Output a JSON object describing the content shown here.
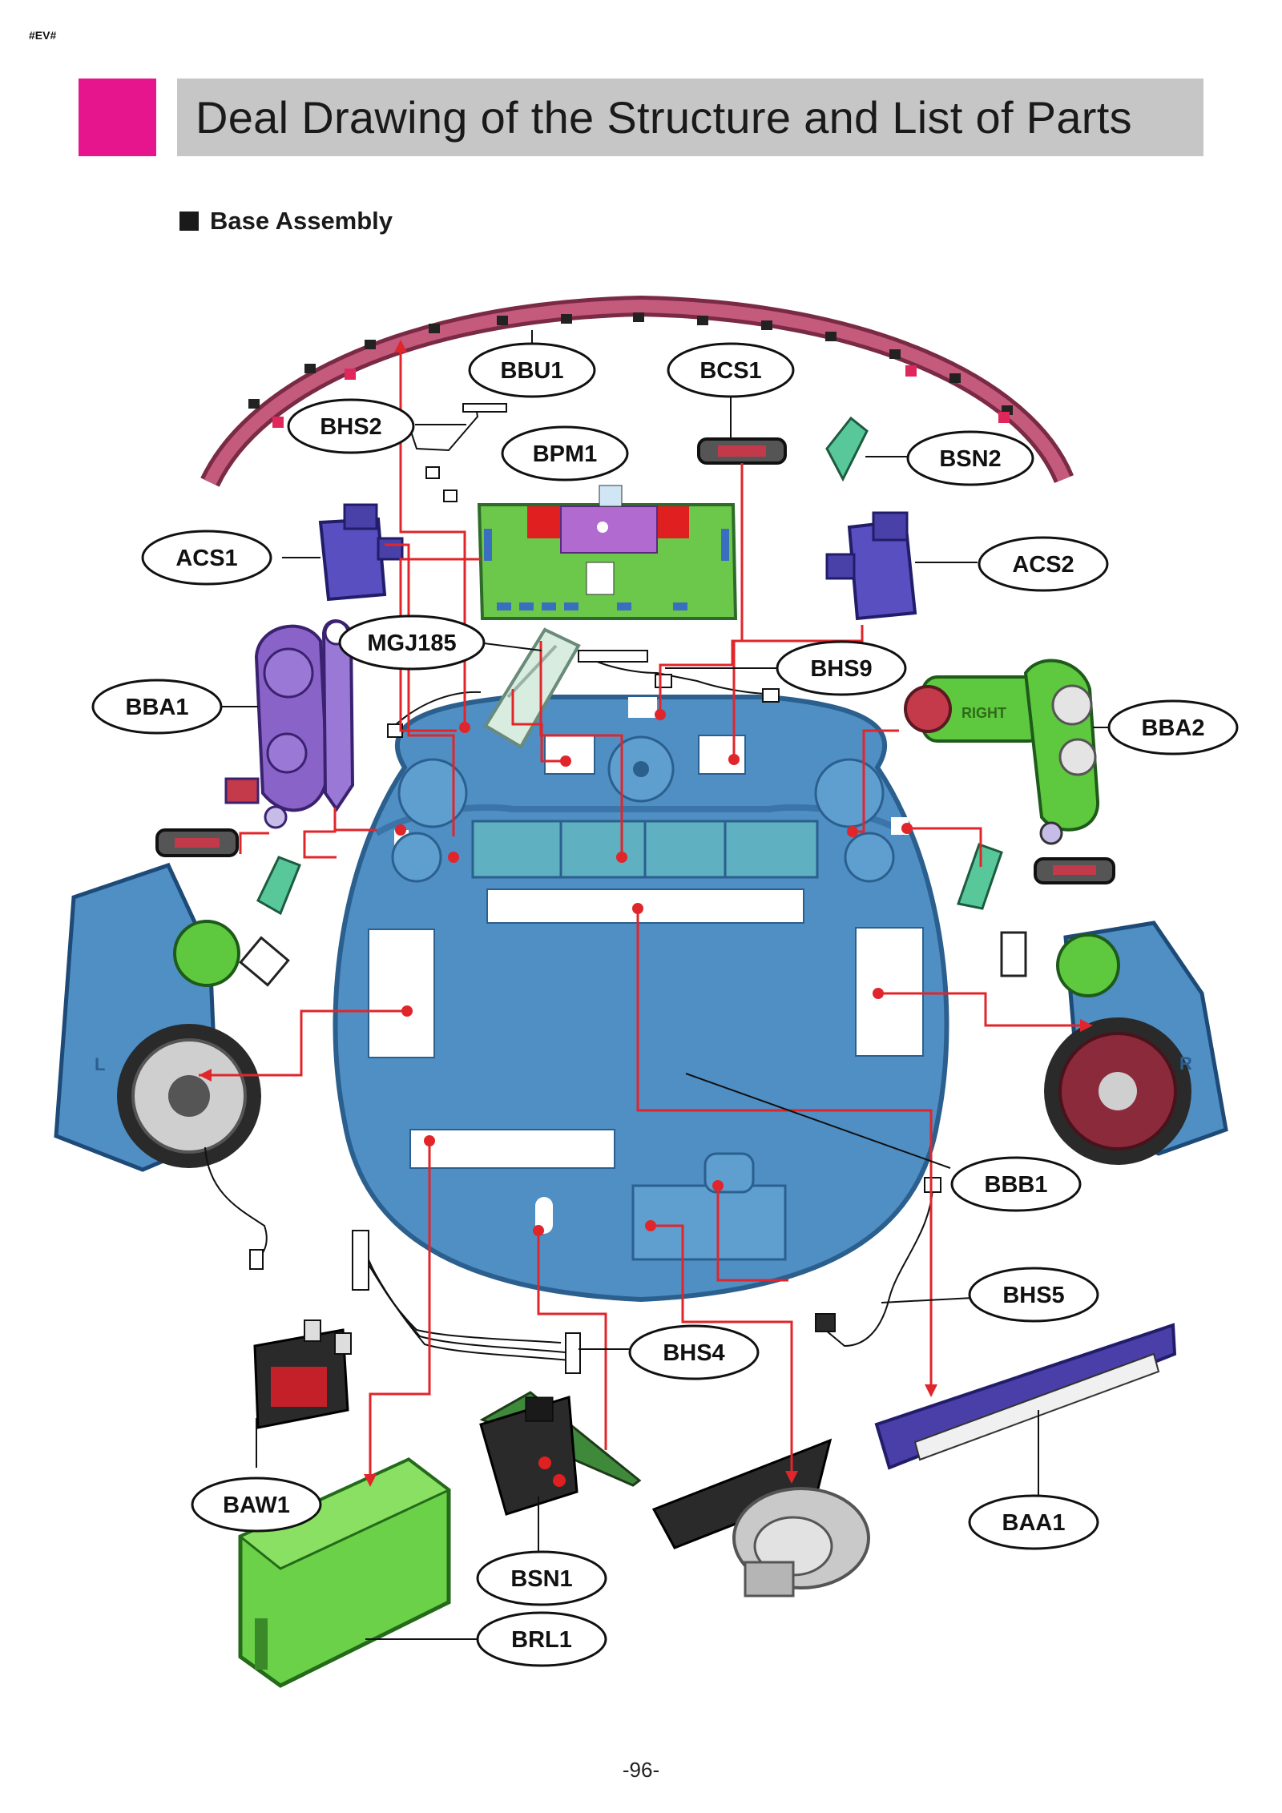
{
  "header": {
    "doc_id": "#EV#",
    "title": "Deal Drawing of the Structure and List of Parts",
    "accent_color": "#e6158e"
  },
  "section": {
    "label": "Base Assembly"
  },
  "callouts": {
    "BBU1": "BBU1",
    "BCS1": "BCS1",
    "BHS2": "BHS2",
    "BPM1": "BPM1",
    "BSN2": "BSN2",
    "ACS1": "ACS1",
    "ACS2": "ACS2",
    "MGJ185": "MGJ185",
    "BHS9": "BHS9",
    "BBA1": "BBA1",
    "BBA2": "BBA2",
    "BBB1": "BBB1",
    "BHS5": "BHS5",
    "BHS4": "BHS4",
    "BAW1": "BAW1",
    "BAA1": "BAA1",
    "BSN1": "BSN1",
    "BRL1": "BRL1"
  },
  "part_labels": {
    "gear_right": "RIGHT",
    "wheel_left": "L",
    "wheel_right": "R"
  },
  "colors": {
    "base_blue": "#4f8fc4",
    "leader_red": "#e0262b",
    "bumper": "#b04a6a",
    "pcb_green": "#6cc84a",
    "module_purple": "#5a4fc0",
    "gear_purple": "#8a63c8",
    "wheel_maroon": "#8a2a3a",
    "battery_green": "#6ad148"
  },
  "footer": {
    "page": "-96-"
  }
}
